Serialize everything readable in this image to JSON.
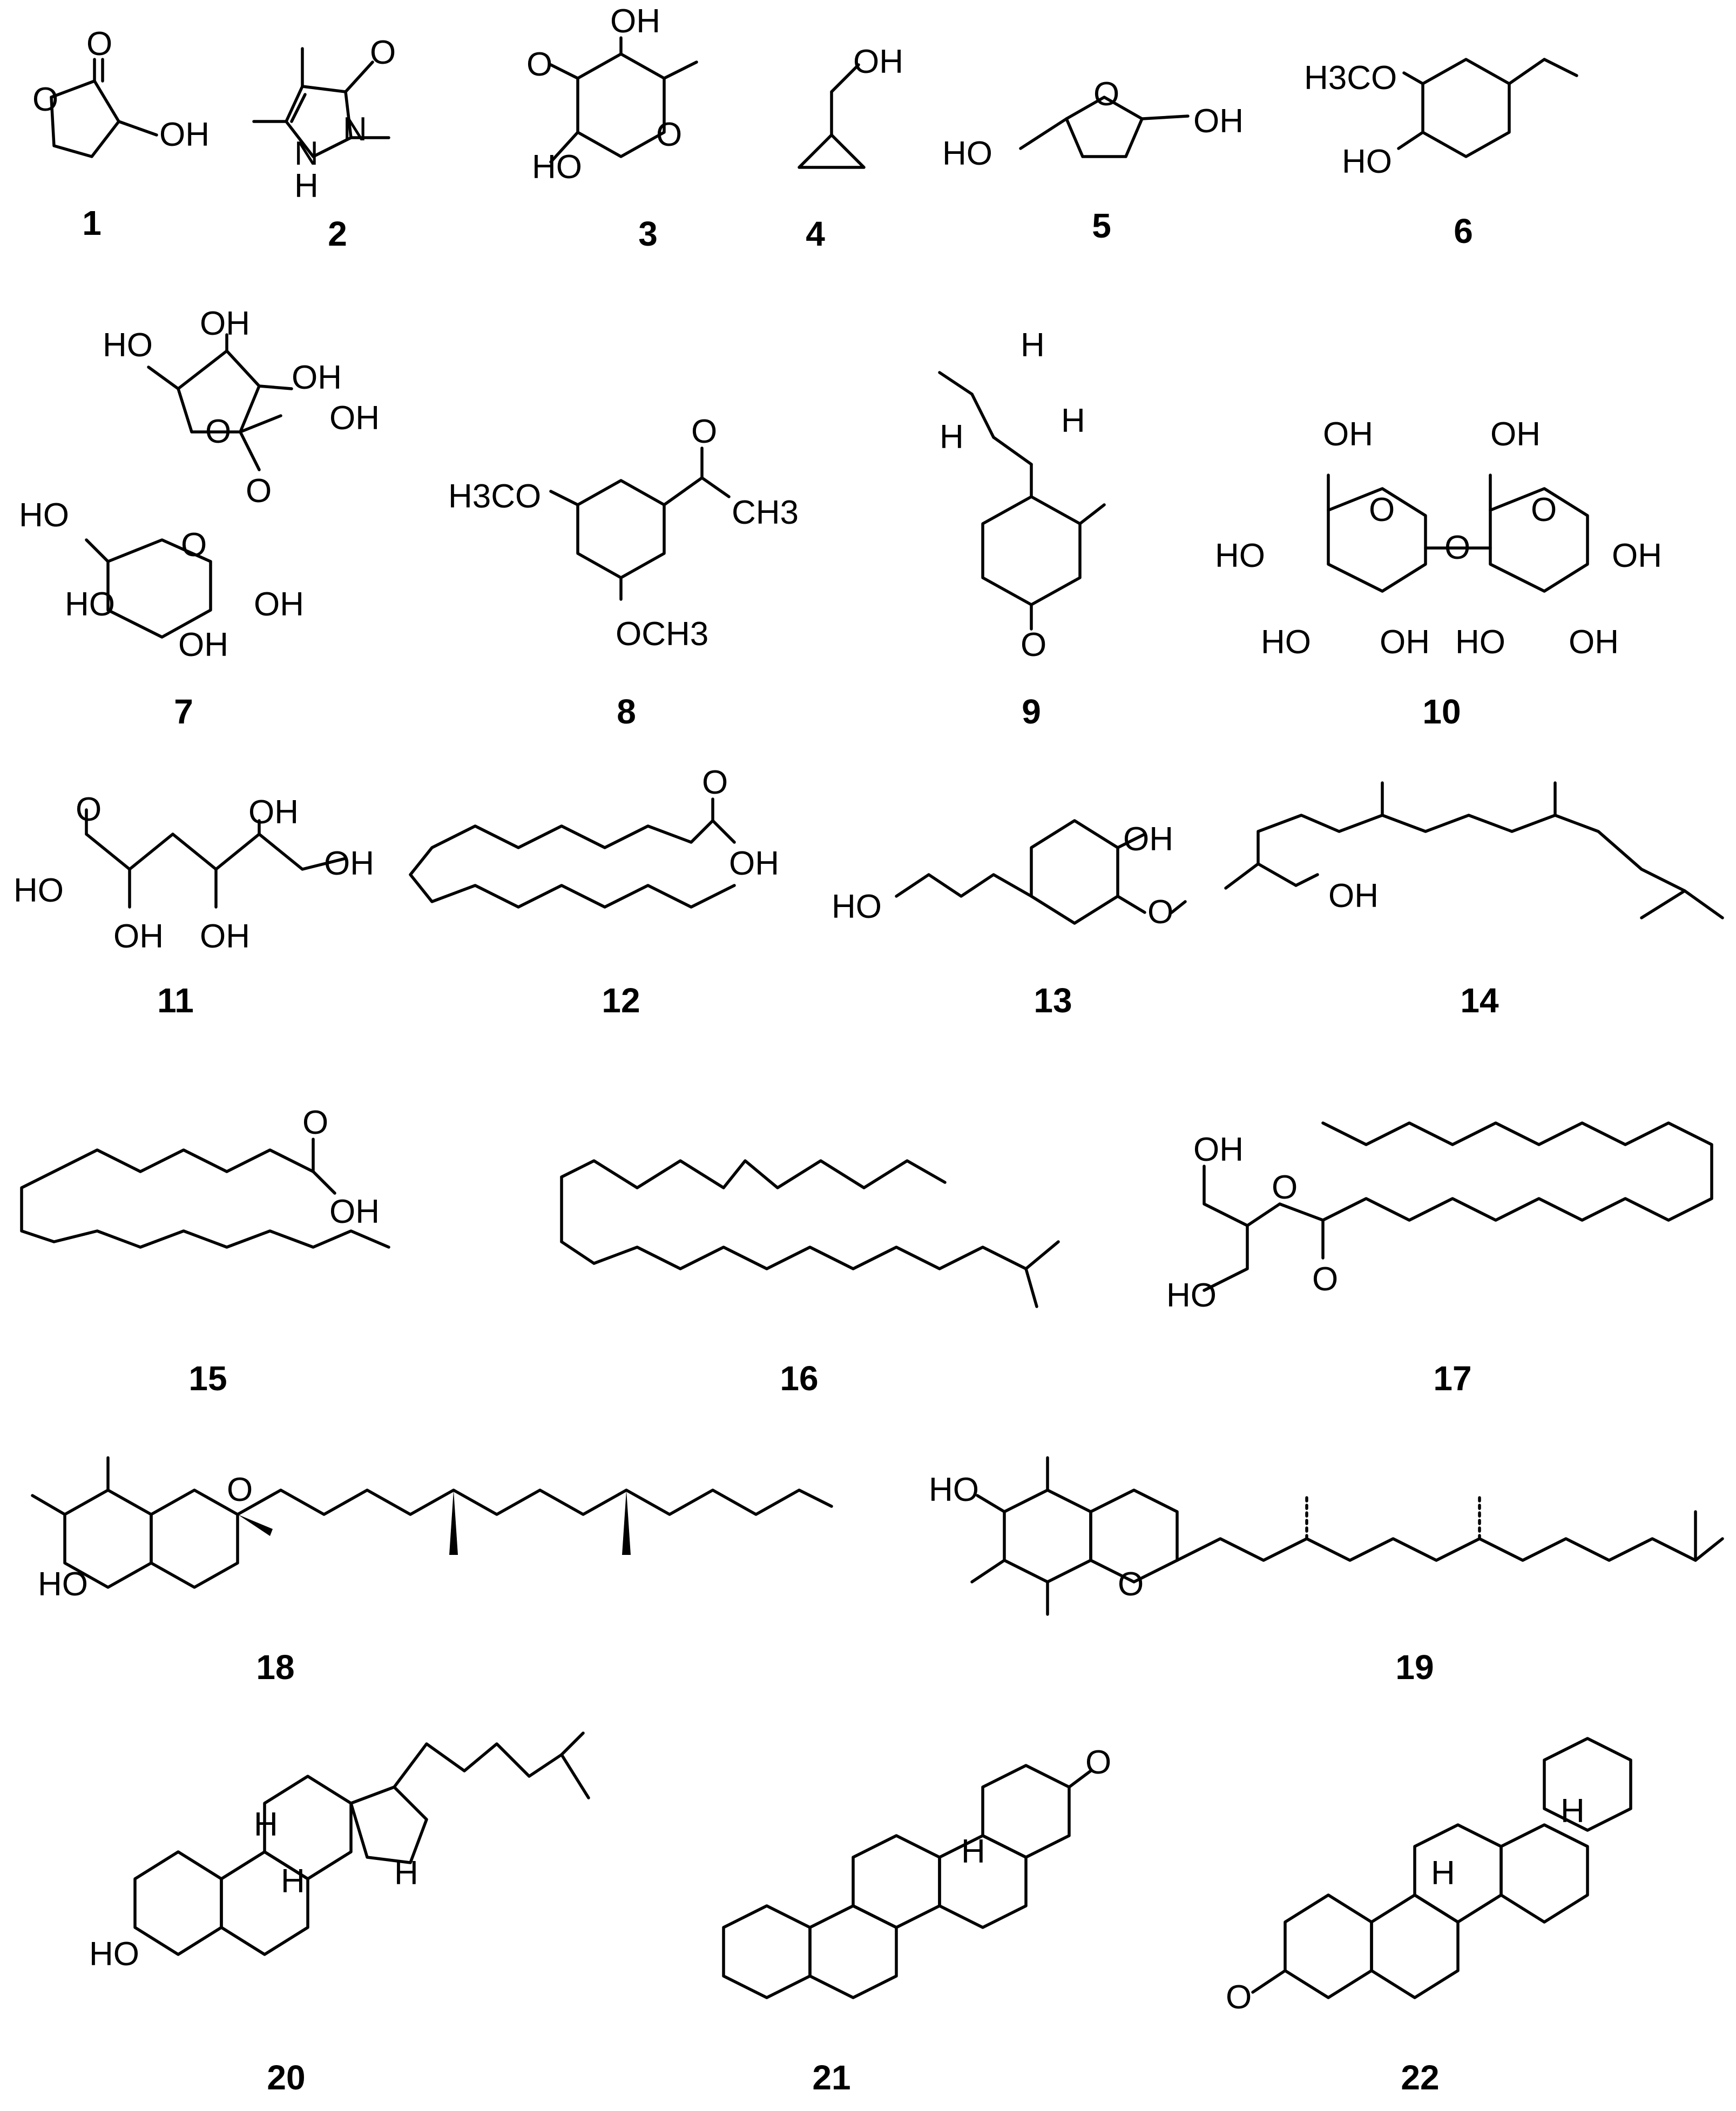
{
  "figure": {
    "compounds": [
      {
        "id": "1",
        "labels": [
          "O",
          "O",
          "OH"
        ]
      },
      {
        "id": "2",
        "labels": [
          "O",
          "N",
          "N",
          "H"
        ]
      },
      {
        "id": "3",
        "labels": [
          "OH",
          "O",
          "HO",
          "O"
        ]
      },
      {
        "id": "4",
        "labels": [
          "OH"
        ]
      },
      {
        "id": "5",
        "labels": [
          "O",
          "HO",
          "OH"
        ]
      },
      {
        "id": "6",
        "labels": [
          "H3CO",
          "HO"
        ]
      },
      {
        "id": "7",
        "labels": [
          "HO",
          "OH",
          "OH",
          "OH",
          "O",
          "O",
          "O",
          "HO",
          "HO",
          "OH",
          "OH"
        ]
      },
      {
        "id": "8",
        "labels": [
          "O",
          "H3CO",
          "CH3",
          "OCH3"
        ]
      },
      {
        "id": "9",
        "labels": [
          "H",
          "H",
          "H",
          "O"
        ]
      },
      {
        "id": "10",
        "labels": [
          "OH",
          "OH",
          "O",
          "O",
          "O",
          "HO",
          "OH",
          "HO",
          "OH",
          "HO",
          "OH"
        ]
      },
      {
        "id": "11",
        "labels": [
          "O",
          "HO",
          "OH",
          "OH",
          "OH",
          "OH"
        ]
      },
      {
        "id": "12",
        "labels": [
          "O",
          "OH"
        ]
      },
      {
        "id": "13",
        "labels": [
          "OH",
          "HO",
          "O"
        ]
      },
      {
        "id": "14",
        "labels": [
          "OH"
        ]
      },
      {
        "id": "15",
        "labels": [
          "O",
          "OH"
        ]
      },
      {
        "id": "16",
        "labels": []
      },
      {
        "id": "17",
        "labels": [
          "OH",
          "O",
          "O",
          "HO"
        ]
      },
      {
        "id": "18",
        "labels": [
          "O",
          "HO"
        ]
      },
      {
        "id": "19",
        "labels": [
          "HO",
          "O"
        ]
      },
      {
        "id": "20",
        "labels": [
          "H",
          "H",
          "H",
          "HO"
        ]
      },
      {
        "id": "21",
        "labels": [
          "O",
          "H"
        ]
      },
      {
        "id": "22",
        "labels": [
          "H",
          "H",
          "O"
        ]
      }
    ]
  }
}
